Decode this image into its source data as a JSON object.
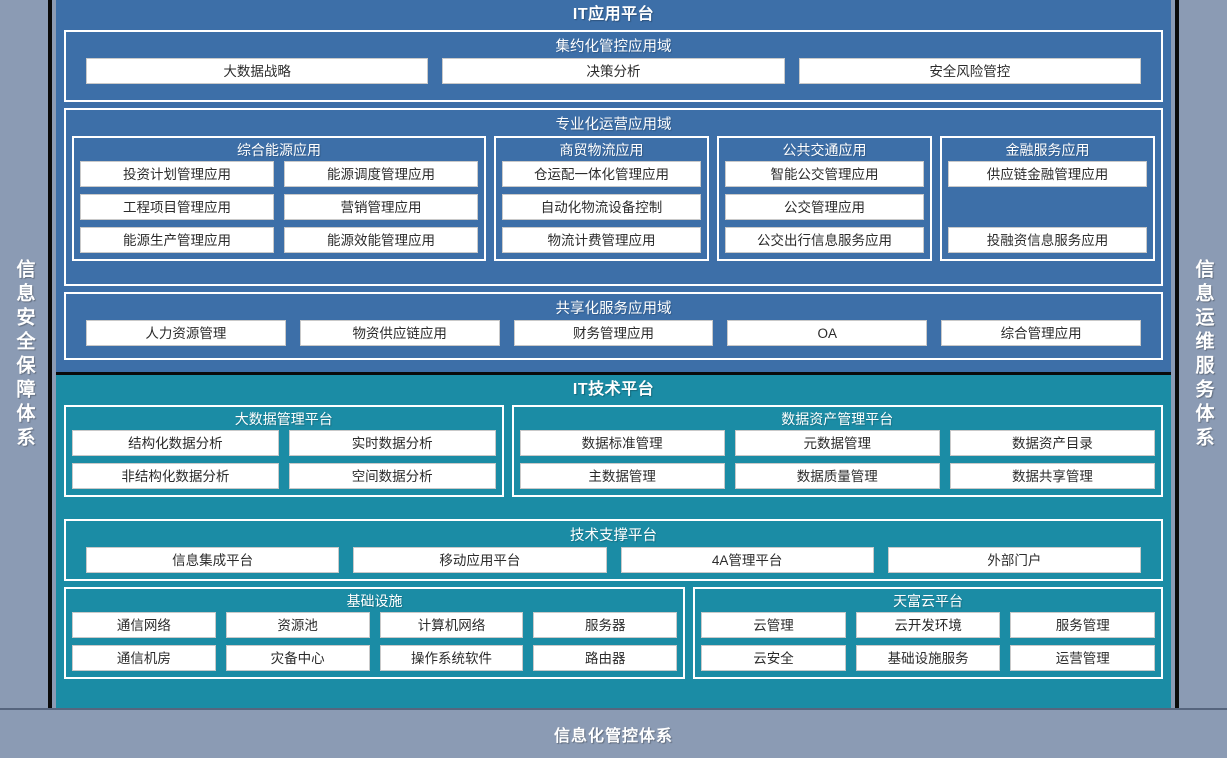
{
  "colors": {
    "page_background": "#8b9bb4",
    "app_platform": "#3d6fa8",
    "tech_platform": "#1b8ca5",
    "chip": "#ffffff",
    "outline": "#ffffff",
    "frame": "#0a0a0a"
  },
  "rails": {
    "left": "信息安全保障体系",
    "right": "信息运维服务体系"
  },
  "bottom_band": {
    "label": "信息化管控体系"
  },
  "app_platform": {
    "title": "IT应用平台",
    "domains": [
      {
        "title": "集约化管控应用域",
        "layout": "spread",
        "items": [
          "大数据战略",
          "决策分析",
          "安全风险管控"
        ]
      },
      {
        "title": "专业化运营应用域",
        "layout": "groups",
        "groups": [
          {
            "title": "综合能源应用",
            "columns": 2,
            "rows": [
              [
                "投资计划管理应用",
                "能源调度管理应用"
              ],
              [
                "工程项目管理应用",
                "营销管理应用"
              ],
              [
                "能源生产管理应用",
                "能源效能管理应用"
              ]
            ]
          },
          {
            "title": "商贸物流应用",
            "columns": 1,
            "rows": [
              [
                "仓运配一体化管理应用"
              ],
              [
                "自动化物流设备控制"
              ],
              [
                "物流计费管理应用"
              ]
            ]
          },
          {
            "title": "公共交通应用",
            "columns": 1,
            "rows": [
              [
                "智能公交管理应用"
              ],
              [
                "公交管理应用"
              ],
              [
                "公交出行信息服务应用"
              ]
            ]
          },
          {
            "title": "金融服务应用",
            "columns": 1,
            "rows": [
              [
                "供应链金融管理应用"
              ],
              [
                ""
              ],
              [
                "投融资信息服务应用"
              ]
            ]
          }
        ]
      },
      {
        "title": "共享化服务应用域",
        "layout": "spread",
        "items": [
          "人力资源管理",
          "物资供应链应用",
          "财务管理应用",
          "OA",
          "综合管理应用"
        ]
      }
    ]
  },
  "tech_platform": {
    "title": "IT技术平台",
    "domains": [
      {
        "layout": "groups",
        "groups": [
          {
            "title": "大数据管理平台",
            "columns": 2,
            "rows": [
              [
                "结构化数据分析",
                "实时数据分析"
              ],
              [
                "非结构化数据分析",
                "空间数据分析"
              ]
            ]
          },
          {
            "title": "数据资产管理平台",
            "columns": 3,
            "rows": [
              [
                "数据标准管理",
                "元数据管理",
                "数据资产目录"
              ],
              [
                "主数据管理",
                "数据质量管理",
                "数据共享管理"
              ]
            ]
          }
        ]
      },
      {
        "title": "技术支撑平台",
        "layout": "spread",
        "items": [
          "信息集成平台",
          "移动应用平台",
          "4A管理平台",
          "外部门户"
        ]
      },
      {
        "layout": "groups",
        "groups": [
          {
            "title": "基础设施",
            "columns": 4,
            "rows": [
              [
                "通信网络",
                "资源池",
                "计算机网络",
                "服务器"
              ],
              [
                "通信机房",
                "灾备中心",
                "操作系统软件",
                "路由器"
              ]
            ]
          },
          {
            "title": "天富云平台",
            "columns": 3,
            "rows": [
              [
                "云管理",
                "云开发环境",
                "服务管理"
              ],
              [
                "云安全",
                "基础设施服务",
                "运营管理"
              ]
            ]
          }
        ]
      }
    ]
  }
}
